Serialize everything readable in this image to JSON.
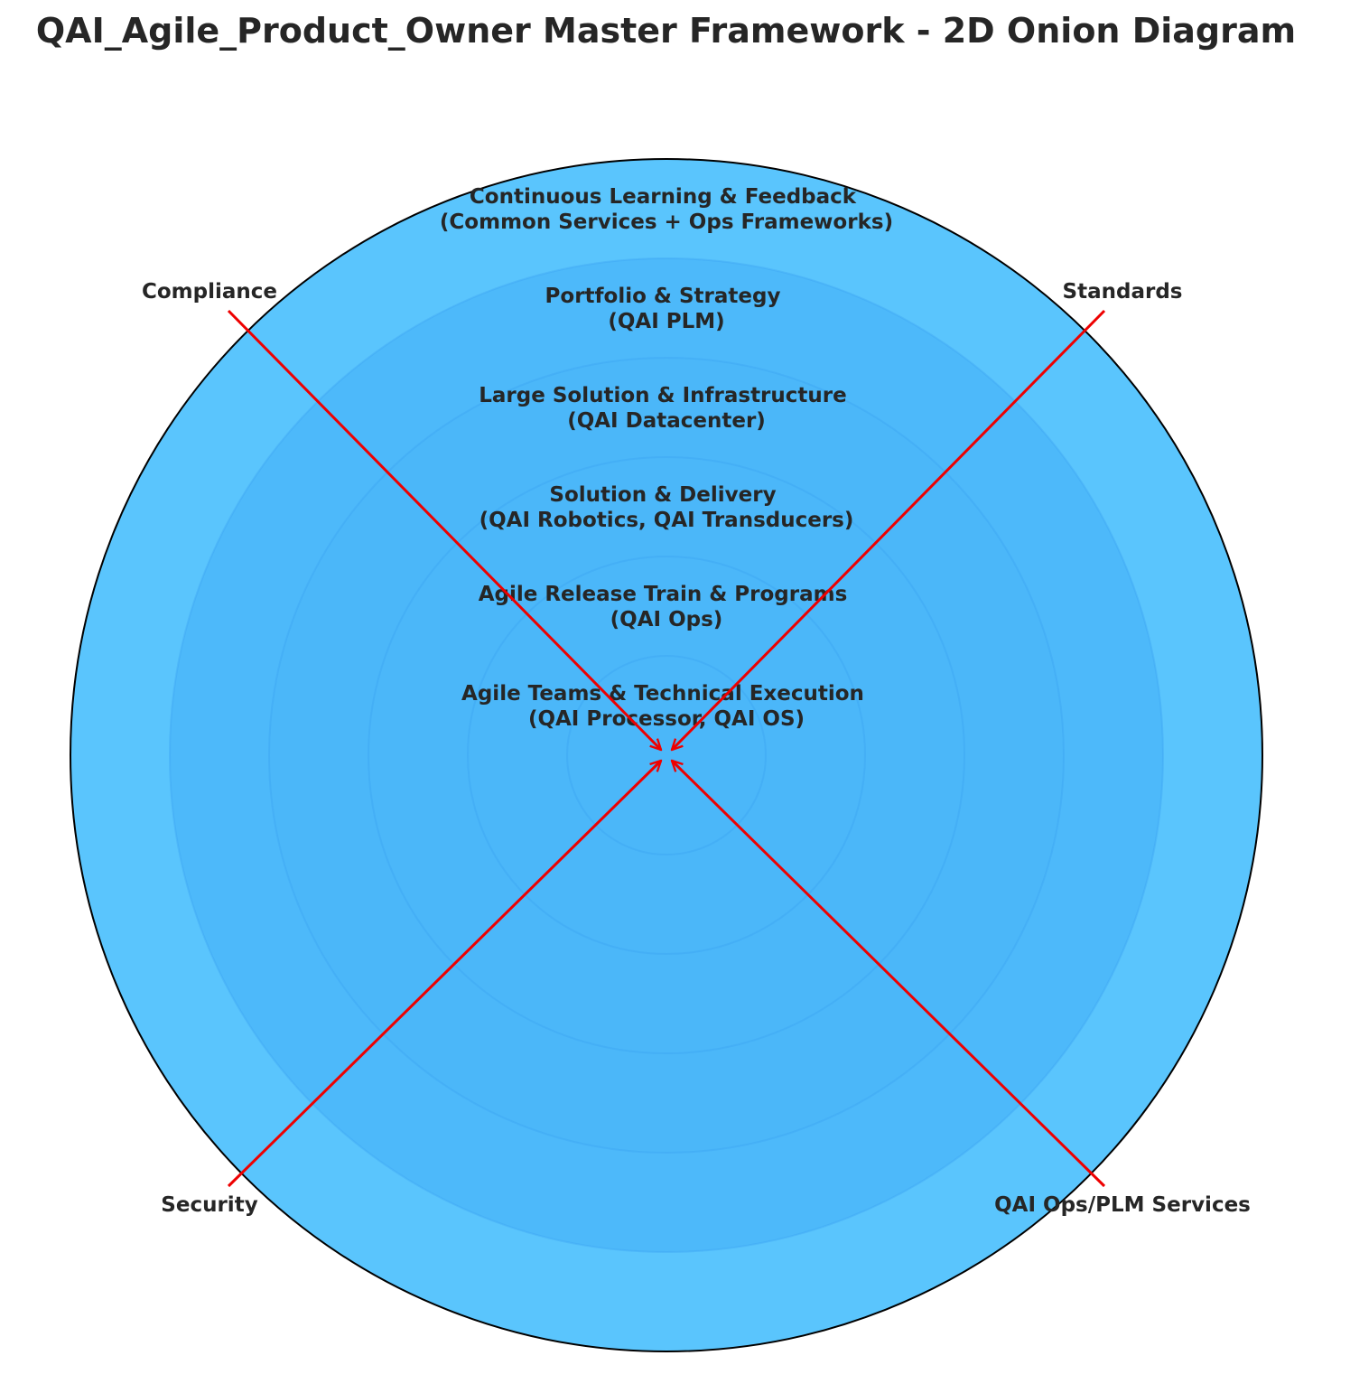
{
  "title": "QAI_Agile_Product_Owner Master Framework - 2D Onion Diagram",
  "colors": {
    "outer_ring": "#5ac5fd",
    "inner_rings": "#44aff8",
    "ring_outline": "#000000",
    "arrows": "#ee0000",
    "text": "#262626"
  },
  "layers": [
    {
      "name": "Continuous Learning & Feedback",
      "detail": "(Common Services + Ops Frameworks)"
    },
    {
      "name": "Portfolio & Strategy",
      "detail": "(QAI PLM)"
    },
    {
      "name": "Large Solution & Infrastructure",
      "detail": "(QAI Datacenter)"
    },
    {
      "name": "Solution & Delivery",
      "detail": "(QAI Robotics, QAI Transducers)"
    },
    {
      "name": "Agile Release Train & Programs",
      "detail": "(QAI Ops)"
    },
    {
      "name": "Agile Teams & Technical Execution",
      "detail": "(QAI Processor, QAI OS)"
    }
  ],
  "influences": {
    "top_left": "Compliance",
    "top_right": "Standards",
    "bottom_left": "Security",
    "bottom_right": "QAI Ops/PLM Services"
  }
}
